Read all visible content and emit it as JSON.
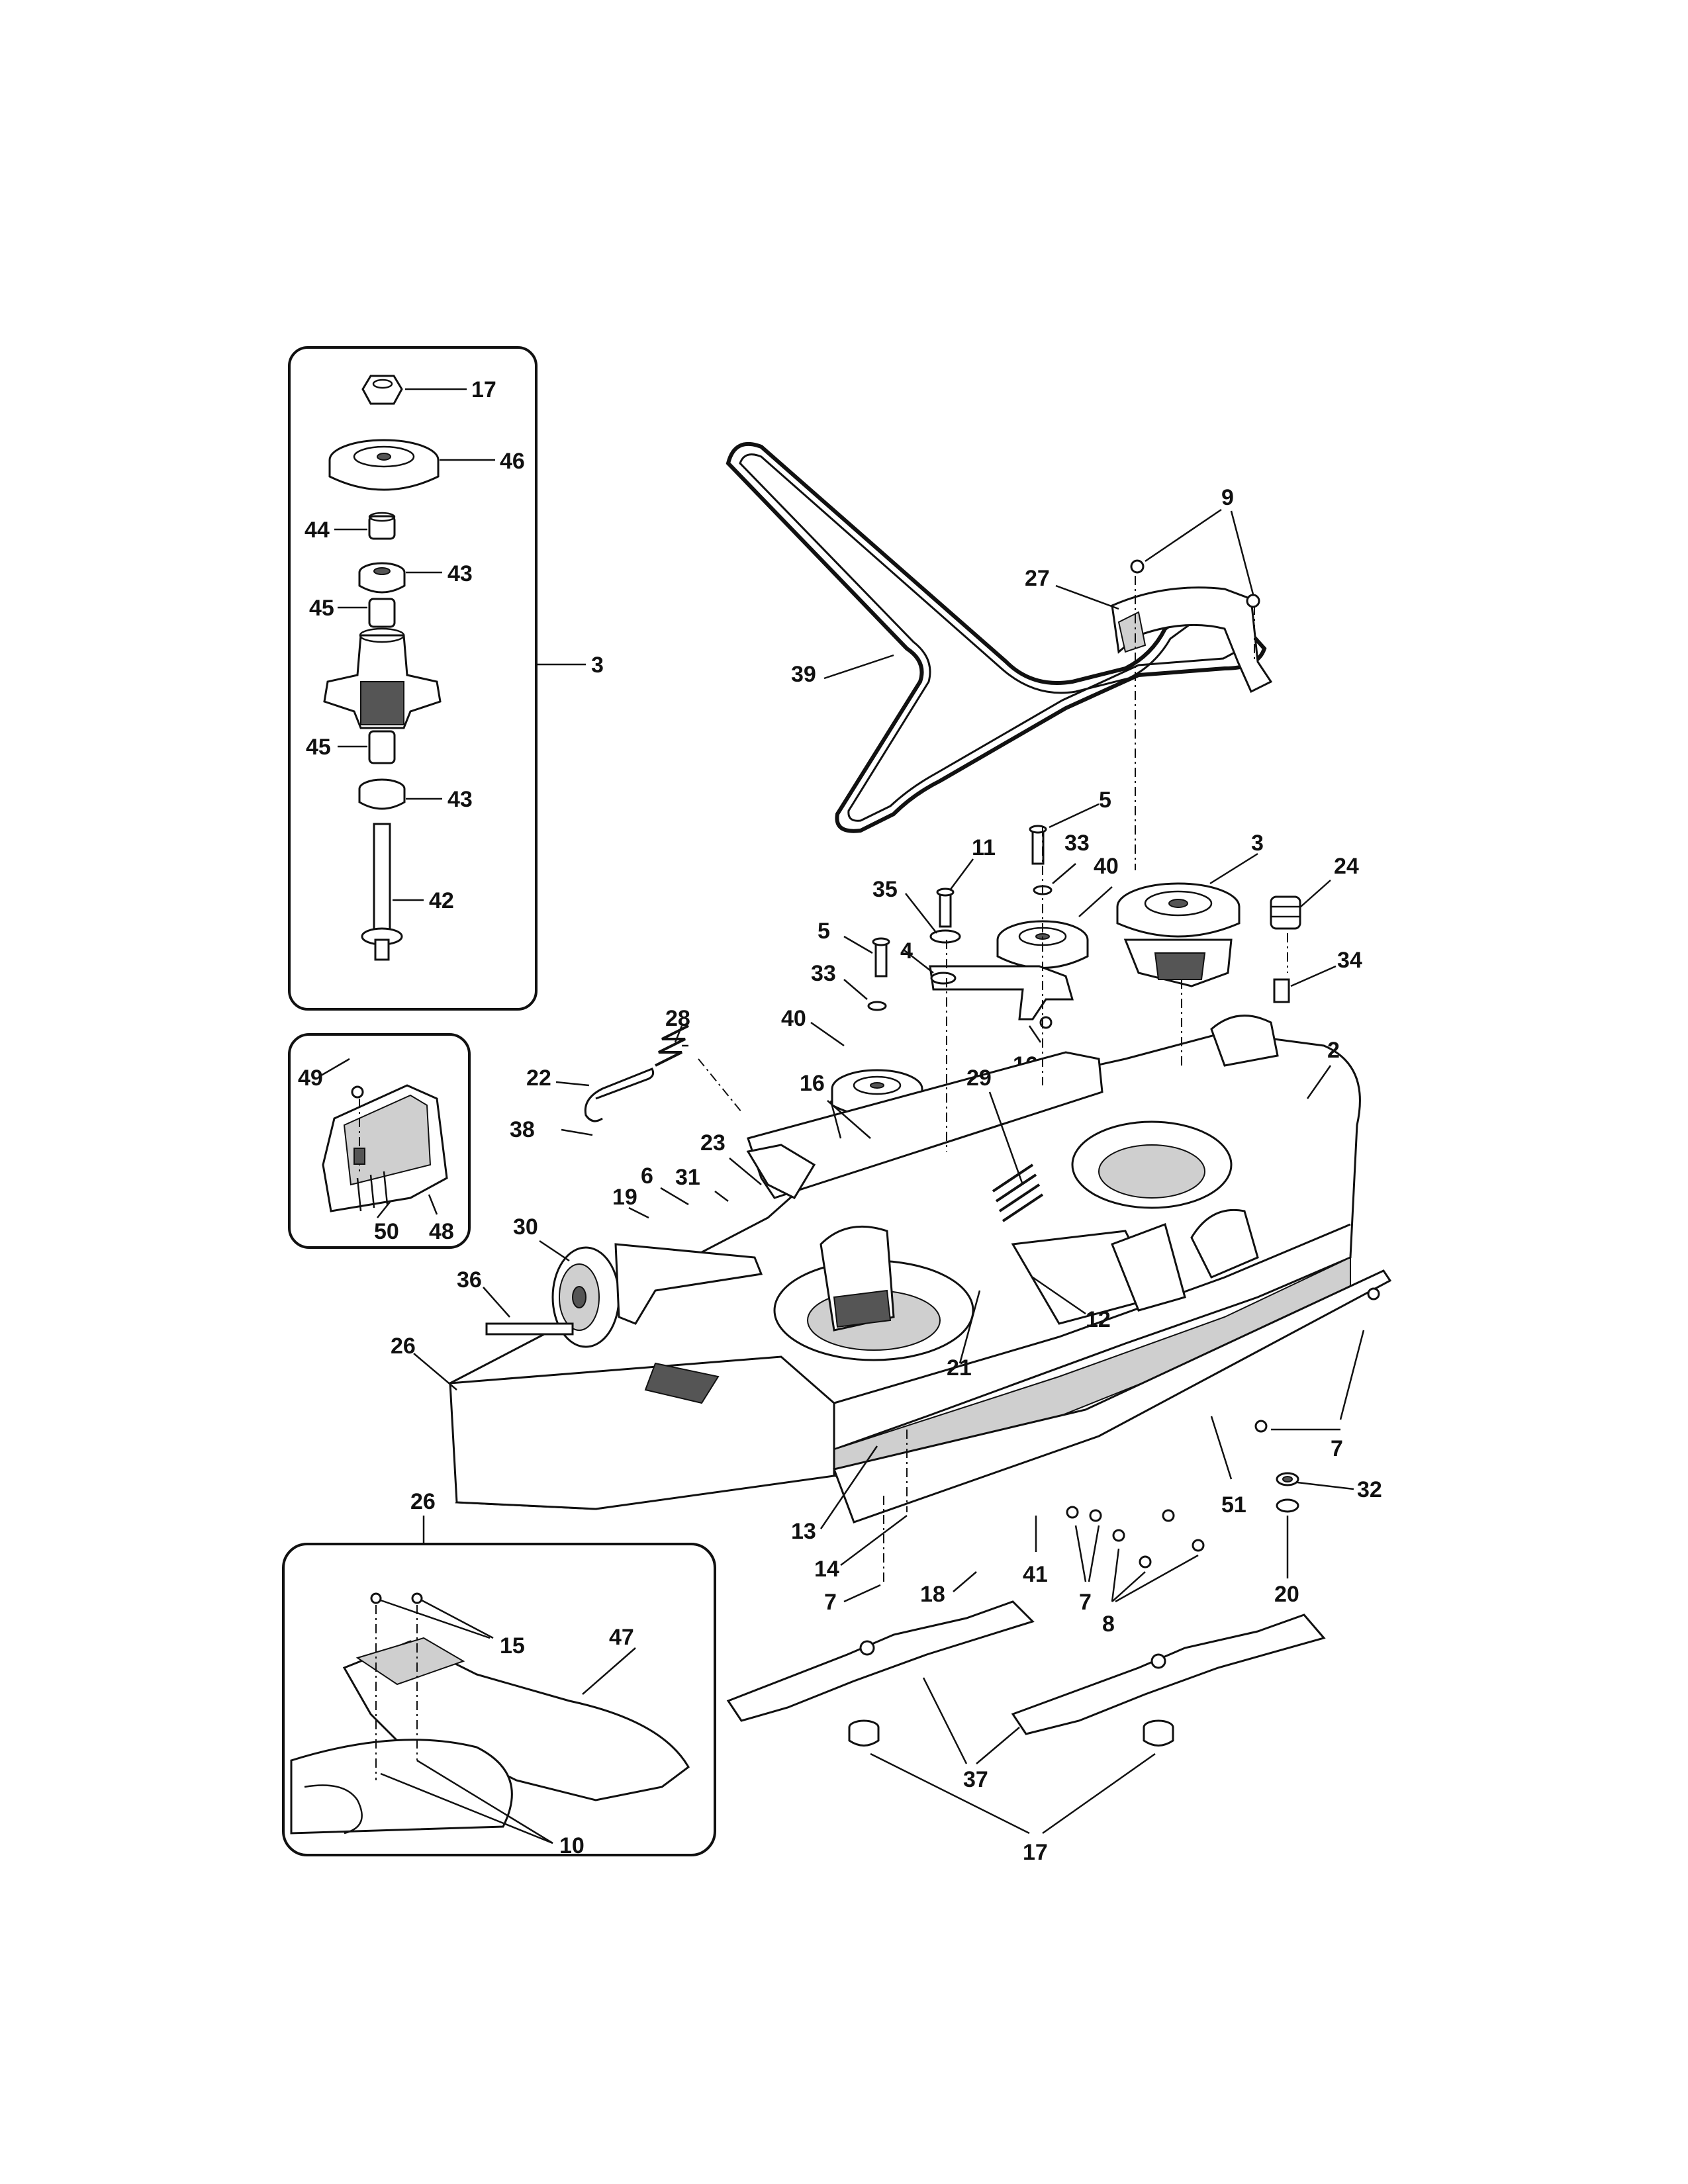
{
  "callouts": {
    "c17a": "17",
    "c46": "46",
    "c44": "44",
    "c43a": "43",
    "c45a": "45",
    "c3a": "3",
    "c45b": "45",
    "c43b": "43",
    "c42": "42",
    "c49": "49",
    "c50": "50",
    "c48": "48",
    "c9": "9",
    "c27": "27",
    "c39": "39",
    "c5a": "5",
    "c11": "11",
    "c33a": "33",
    "c40a": "40",
    "c3b": "3",
    "c24": "24",
    "c35": "35",
    "c4": "4",
    "c5b": "5",
    "c34": "34",
    "c33b": "33",
    "c28": "28",
    "c2": "2",
    "c40b": "40",
    "c16a": "16",
    "c22": "22",
    "c16b": "16",
    "c29": "29",
    "c38": "38",
    "c23": "23",
    "c31": "31",
    "c6": "6",
    "c19": "19",
    "c30": "30",
    "c12": "12",
    "c36": "36",
    "c21": "21",
    "c26a": "26",
    "c7a": "7",
    "c13": "13",
    "c32": "32",
    "c51": "51",
    "c14": "14",
    "c7b": "7",
    "c41": "41",
    "c18": "18",
    "c20": "20",
    "c7c": "7",
    "c8": "8",
    "c26b": "26",
    "c15": "15",
    "c47": "47",
    "c37": "37",
    "c10": "10",
    "c17b": "17"
  },
  "icons": {
    "belt": "v-belt-icon",
    "deck": "mower-deck-icon",
    "spindle": "spindle-assembly-icon",
    "pulley": "idler-pulley-icon",
    "blade": "mower-blade-icon",
    "wheel": "gauge-wheel-icon",
    "chute": "discharge-chute-icon",
    "spring": "extension-spring-icon",
    "bolt": "bolt-icon",
    "nut": "hex-nut-icon"
  }
}
